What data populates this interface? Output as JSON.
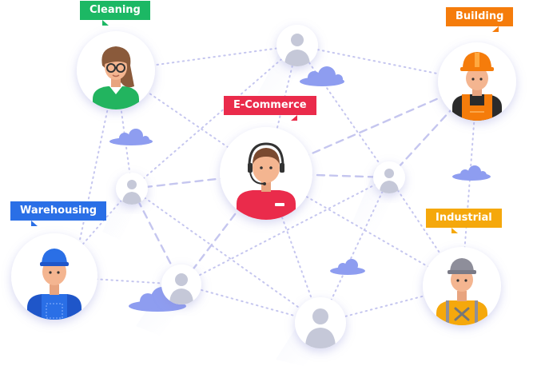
{
  "labels": {
    "cleaning": "Cleaning",
    "building": "Building",
    "ecommerce": "E-Commerce",
    "warehousing": "Warehousing",
    "industrial": "Industrial"
  },
  "colors": {
    "cleaning": "#1cb864",
    "building": "#f57c0b",
    "ecommerce": "#ea2b4b",
    "warehousing": "#2a6fe6",
    "industrial": "#f5a80c",
    "link": "#c5c6ef",
    "cloud": "#8e9df0",
    "placeholder": "#c5c8d8"
  },
  "icons": {
    "cleaning": "cleaner-avatar-icon",
    "building": "construction-worker-avatar-icon",
    "ecommerce": "support-agent-avatar-icon",
    "warehousing": "warehouse-worker-avatar-icon",
    "industrial": "industrial-worker-avatar-icon",
    "placeholder": "user-placeholder-icon",
    "cloud": "cloud-icon"
  }
}
